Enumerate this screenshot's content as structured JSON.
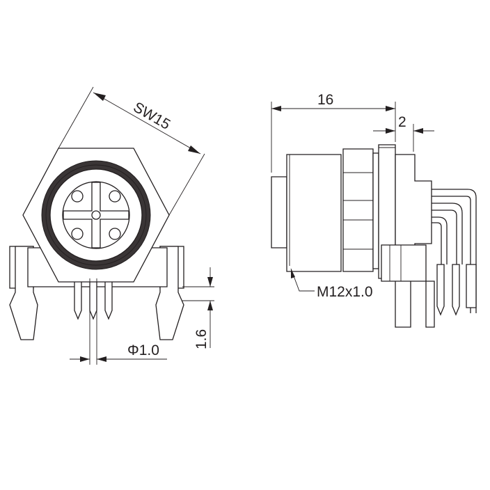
{
  "dimensions": {
    "wrench_size": "SW15",
    "body_length": "16",
    "flange_offset": "2",
    "pin_diameter": "Φ1.0",
    "pin_length": "1.6",
    "thread": "M12x1.0"
  },
  "colors": {
    "line": "#231f20",
    "background": "#ffffff"
  }
}
